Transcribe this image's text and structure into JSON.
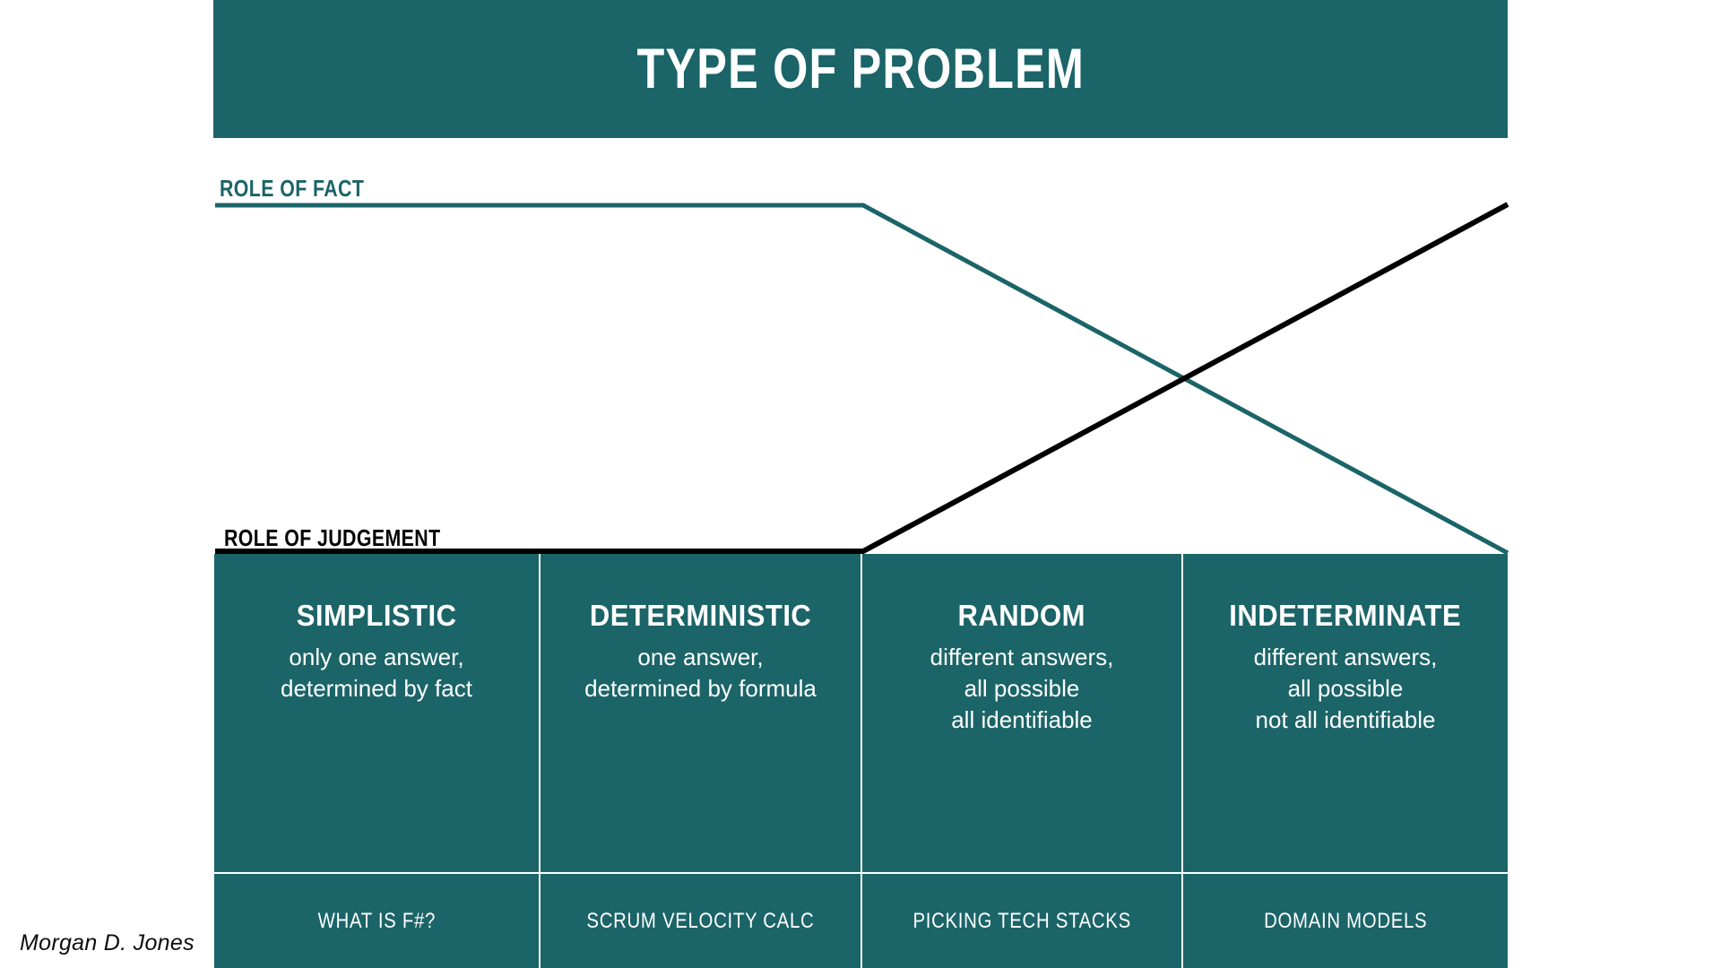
{
  "header": {
    "title": "TYPE OF PROBLEM"
  },
  "axes": {
    "top_label": "ROLE OF FACT",
    "bottom_label": "ROLE OF JUDGEMENT"
  },
  "colors": {
    "teal": "#1b6468",
    "black": "#000000",
    "white": "#ffffff"
  },
  "matrix": {
    "columns": [
      {
        "title": "SIMPLISTIC",
        "description_lines": [
          "only one answer,",
          "determined by fact"
        ],
        "example": "WHAT IS F#?"
      },
      {
        "title": "DETERMINISTIC",
        "description_lines": [
          "one answer,",
          "determined by formula"
        ],
        "example": "SCRUM VELOCITY CALC"
      },
      {
        "title": "RANDOM",
        "description_lines": [
          "different answers,",
          "all possible",
          "all identifiable"
        ],
        "example": "PICKING TECH STACKS"
      },
      {
        "title": "INDETERMINATE",
        "description_lines": [
          "different answers,",
          "all possible",
          "not all identifiable"
        ],
        "example": "DOMAIN MODELS"
      }
    ]
  },
  "credit": {
    "name": "Morgan D. Jones"
  },
  "chart_data": {
    "type": "line",
    "title": "TYPE OF PROBLEM",
    "description": "Two crossing trend lines over a four-column problem-type matrix. The teal 'ROLE OF FACT' line is high (maximum) across SIMPLISTIC and DETERMINISTIC then falls to minimum at INDETERMINATE. The black 'ROLE OF JUDGEMENT' line is low (minimum) across SIMPLISTIC and DETERMINISTIC then rises to maximum at INDETERMINATE.",
    "categories": [
      "SIMPLISTIC",
      "DETERMINISTIC",
      "RANDOM",
      "INDETERMINATE"
    ],
    "series": [
      {
        "name": "ROLE OF FACT",
        "color": "#1b6468",
        "values": [
          1.0,
          1.0,
          0.5,
          0.0
        ]
      },
      {
        "name": "ROLE OF JUDGEMENT",
        "color": "#000000",
        "values": [
          0.0,
          0.0,
          0.5,
          1.0
        ]
      }
    ],
    "xlabel": "",
    "ylabel": "",
    "ylim": [
      0,
      1
    ],
    "grid": false,
    "legend": "inline-axis-labels"
  }
}
